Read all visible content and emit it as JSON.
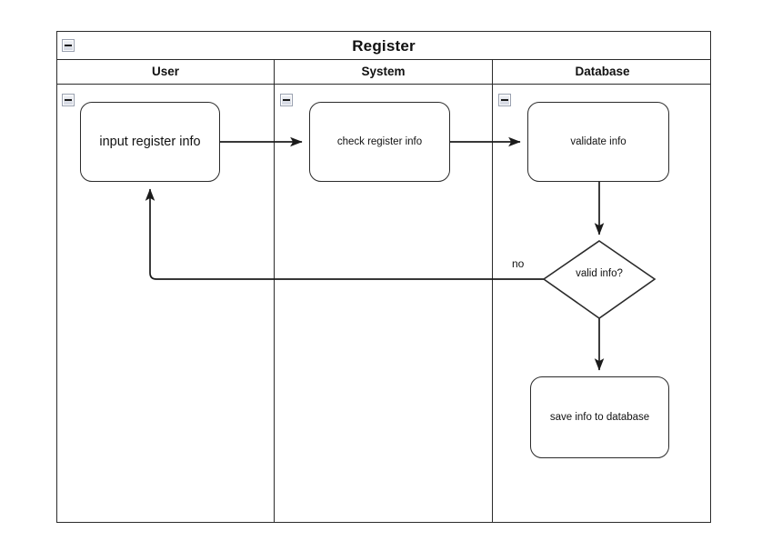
{
  "diagram": {
    "type": "swimlane-flowchart",
    "pool_title": "Register",
    "lanes": [
      {
        "id": "user",
        "label": "User",
        "collapse_icon": "minus-icon"
      },
      {
        "id": "system",
        "label": "System",
        "collapse_icon": "minus-icon"
      },
      {
        "id": "database",
        "label": "Database",
        "collapse_icon": "minus-icon"
      }
    ],
    "pool_collapse_icon": "minus-icon",
    "nodes": [
      {
        "id": "input-register-info",
        "lane": "user",
        "shape": "rounded-rectangle",
        "label": "input register info"
      },
      {
        "id": "check-register-info",
        "lane": "system",
        "shape": "rounded-rectangle",
        "label": "check register info"
      },
      {
        "id": "validate-info",
        "lane": "database",
        "shape": "rounded-rectangle",
        "label": "validate info"
      },
      {
        "id": "valid-info-decision",
        "lane": "database",
        "shape": "diamond",
        "label": "valid info?"
      },
      {
        "id": "save-info-to-database",
        "lane": "database",
        "shape": "rounded-rectangle",
        "label": "save info to database"
      }
    ],
    "edges": [
      {
        "from": "input-register-info",
        "to": "check-register-info",
        "label": ""
      },
      {
        "from": "check-register-info",
        "to": "validate-info",
        "label": ""
      },
      {
        "from": "validate-info",
        "to": "valid-info-decision",
        "label": ""
      },
      {
        "from": "valid-info-decision",
        "to": "input-register-info",
        "label": "no"
      },
      {
        "from": "valid-info-decision",
        "to": "save-info-to-database",
        "label": ""
      }
    ],
    "colors": {
      "stroke": "#2b2b2b",
      "text": "#111111",
      "background": "#ffffff"
    }
  }
}
